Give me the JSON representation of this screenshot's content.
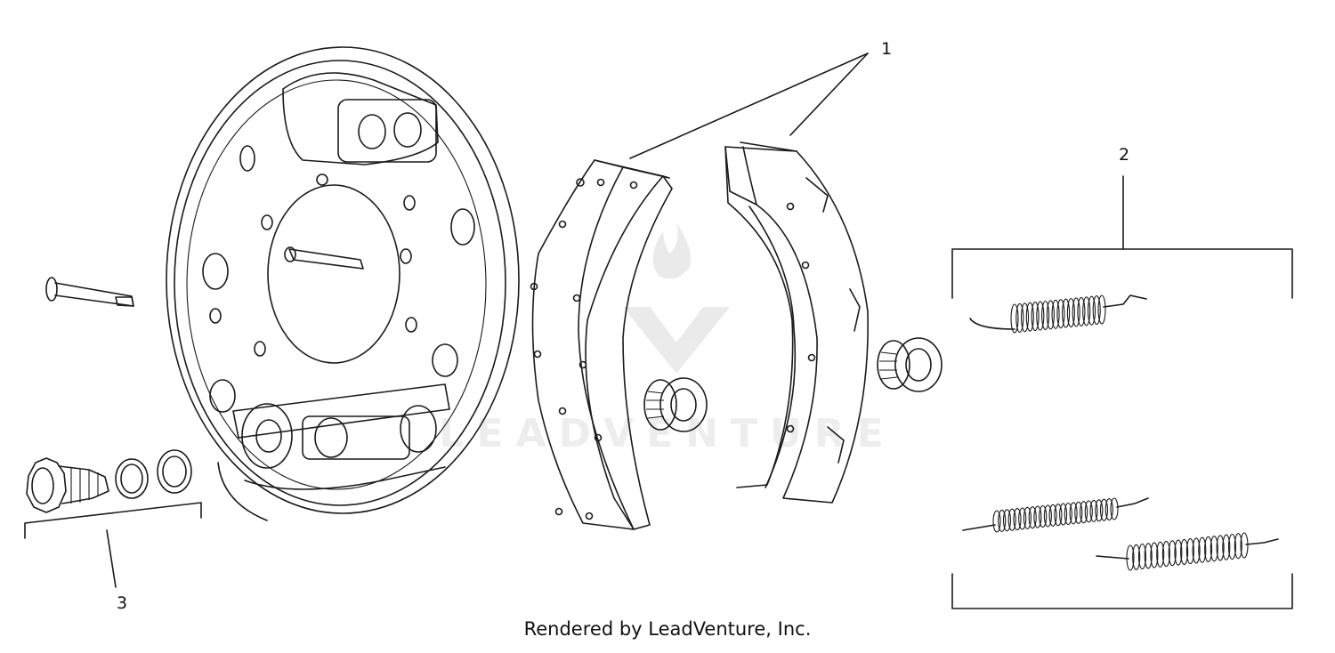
{
  "diagram": {
    "callouts": [
      {
        "label": "1"
      },
      {
        "label": "2"
      },
      {
        "label": "3"
      }
    ],
    "footer": "Rendered by LeadVenture, Inc.",
    "watermark": "LEADVENTURE"
  }
}
